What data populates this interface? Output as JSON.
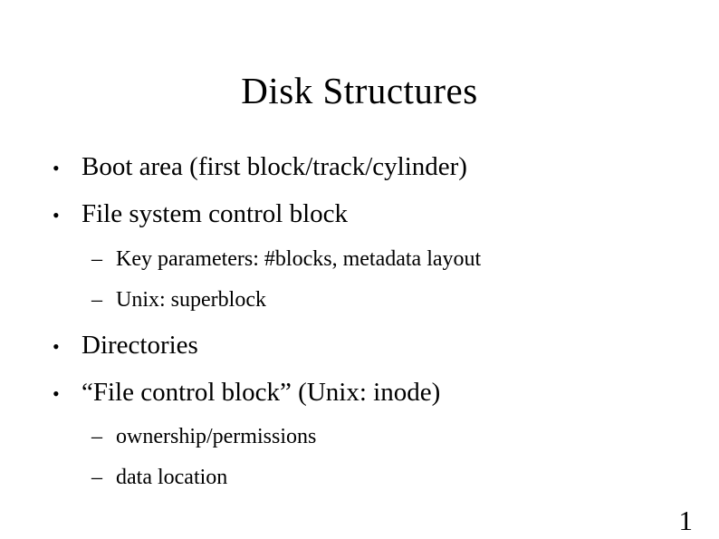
{
  "slide": {
    "title": "Disk Structures",
    "markers": {
      "level1": "•",
      "level2": "–"
    },
    "bullets": [
      {
        "level": 1,
        "text": "Boot area (first block/track/cylinder)"
      },
      {
        "level": 1,
        "text": "File system control block"
      },
      {
        "level": 2,
        "text": "Key parameters: #blocks, metadata layout"
      },
      {
        "level": 2,
        "text": "Unix: superblock"
      },
      {
        "level": 1,
        "text": "Directories"
      },
      {
        "level": 1,
        "text": "“File control block” (Unix: inode)"
      },
      {
        "level": 2,
        "text": "ownership/permissions"
      },
      {
        "level": 2,
        "text": "data location"
      }
    ],
    "page_number": "1",
    "colors": {
      "background": "#ffffff",
      "text": "#000000"
    }
  }
}
